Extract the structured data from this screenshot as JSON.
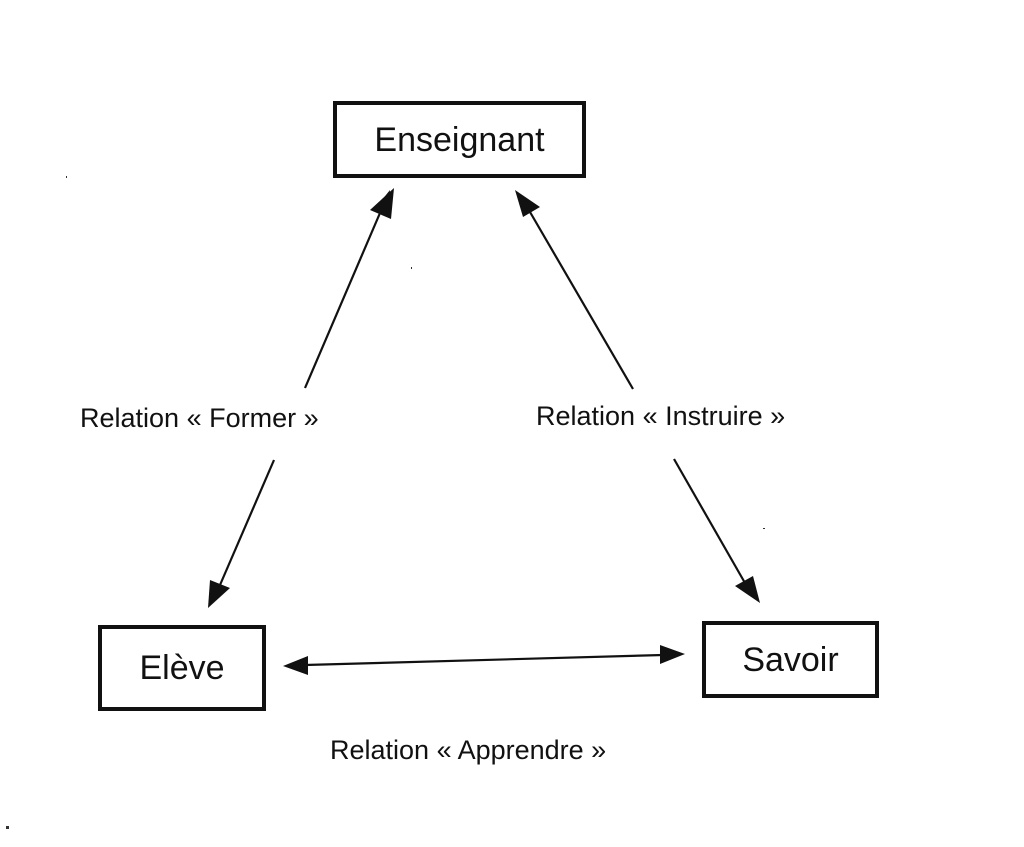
{
  "nodes": {
    "teacher": "Enseignant",
    "student": "Elève",
    "knowledge": "Savoir"
  },
  "relations": {
    "teacher_student": "Relation   « Former »",
    "teacher_knowledge": "Relation   « Instruire »",
    "student_knowledge": "Relation  « Apprendre »"
  },
  "colors": {
    "ink": "#111111",
    "background": "#ffffff"
  }
}
